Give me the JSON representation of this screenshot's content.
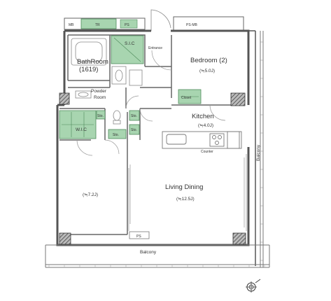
{
  "labels": {
    "mb": "MB",
    "tr": "TR",
    "ps_mb": "PS·MB",
    "sic": "S.I.C",
    "entrance": "Entrance",
    "bathroom": "BathRoom",
    "bathroom_size": "(1619)",
    "bedroom2": "Bedroom (2)",
    "bedroom2_size": "(≒5.0J)",
    "powder_room_1": "Powder",
    "powder_room_2": "Room",
    "closet": "Closet",
    "kitchen": "Kitchen",
    "kitchen_size": "(≒4.0J)",
    "sto_1": "Sto.",
    "sto_2": "Sto.",
    "sto_3": "Sto.",
    "sto_4": "Sto.",
    "wic": "W.I.C",
    "counter": "Counter",
    "balcony_right": "Balcony",
    "room_size": "(≒7.2J)",
    "living_dining": "Living Dining",
    "living_size": "(≒12.5J)",
    "ps_bottom": "PS",
    "balcony_bottom": "Balcony"
  },
  "colors": {
    "wall": "#555555",
    "storage_fill": "#a8d5b0",
    "storage_stroke": "#4d8a5a",
    "shaft_fill": "#999999",
    "line": "#888888"
  }
}
